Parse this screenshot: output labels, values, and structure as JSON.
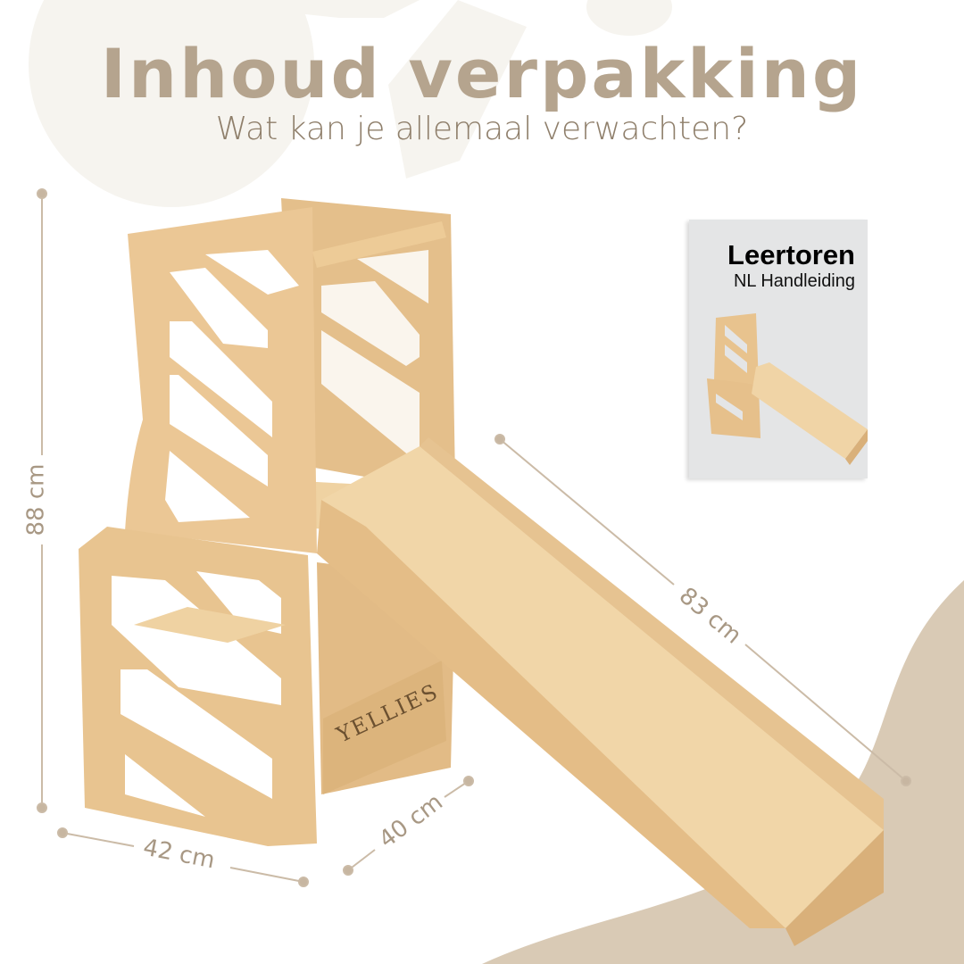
{
  "header": {
    "title": "Inhoud verpakking",
    "subtitle": "Wat kan je allemaal verwachten?"
  },
  "dimensions": {
    "height": "88 cm",
    "width": "42 cm",
    "depth": "40 cm",
    "slide_length": "83 cm"
  },
  "manual": {
    "title": "Leertoren",
    "subtitle": "NL Handleiding"
  },
  "product": {
    "brand_text": "YELLIES"
  },
  "colors": {
    "title": "#b5a48e",
    "subtitle": "#8f7f6b",
    "wood": "#ecc998",
    "accent_bg": "#d9cab5"
  }
}
